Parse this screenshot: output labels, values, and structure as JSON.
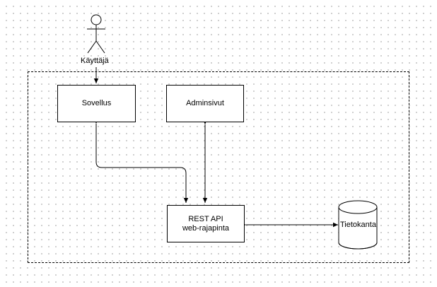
{
  "diagram": {
    "actor": {
      "label": "Käyttäjä"
    },
    "nodes": {
      "sovellus": {
        "label": "Sovellus"
      },
      "adminsivut": {
        "label": "Adminsivut"
      },
      "rest_api": {
        "title": "REST API",
        "subtitle": "web-rajapinta"
      },
      "tietokanta": {
        "label": "Tietokanta"
      }
    },
    "colors": {
      "stroke": "#000000",
      "background": "#ffffff",
      "grid_dot": "#c4c4c4"
    }
  }
}
